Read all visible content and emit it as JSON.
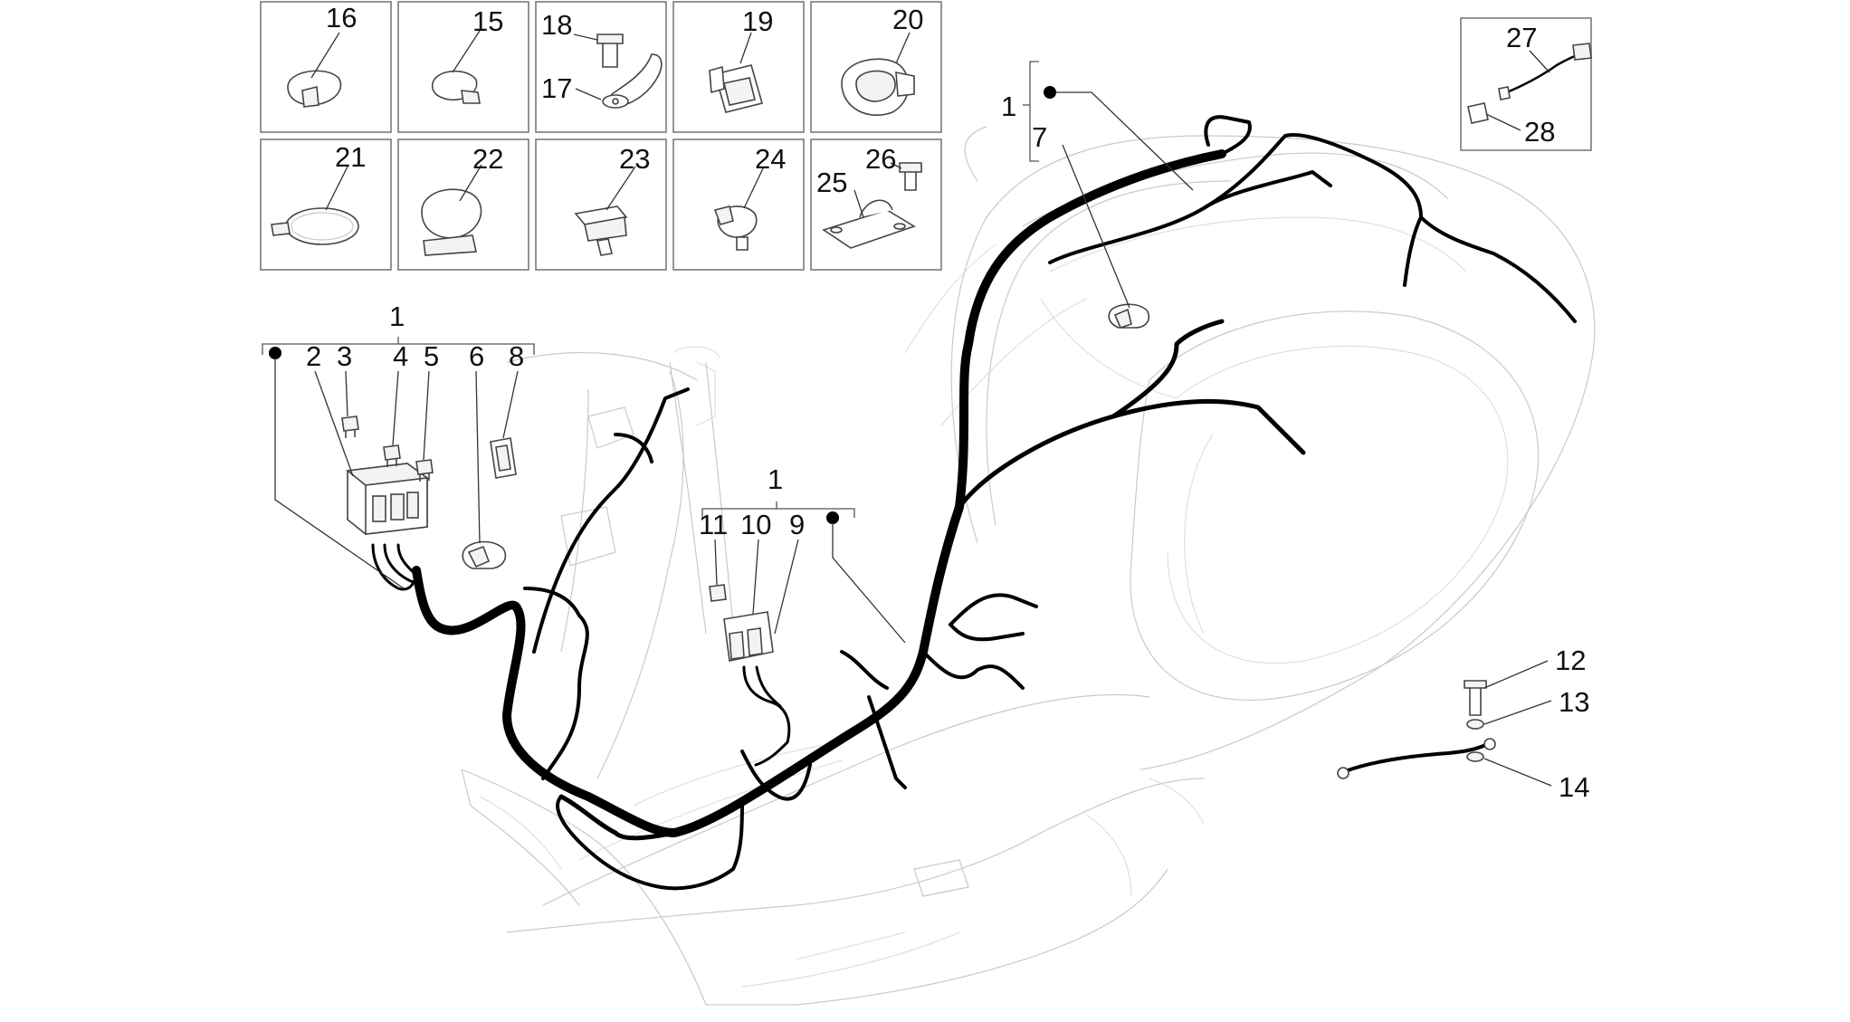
{
  "callouts": {
    "c16": "16",
    "c15": "15",
    "c18": "18",
    "c19": "19",
    "c20": "20",
    "c17": "17",
    "c21": "21",
    "c22": "22",
    "c23": "23",
    "c24": "24",
    "c26": "26",
    "c25": "25",
    "c27": "27",
    "c28": "28",
    "group_top_1": "1",
    "group_top_7": "7",
    "group_left_1": "1",
    "group_left_2": "2",
    "group_left_3": "3",
    "group_left_4": "4",
    "group_left_5": "5",
    "group_left_6": "6",
    "group_left_8": "8",
    "group_mid_1": "1",
    "group_mid_11": "11",
    "group_mid_10": "10",
    "group_mid_9": "9",
    "c12": "12",
    "c13": "13",
    "c14": "14"
  },
  "icons": {
    "scooter": "scooter-frame-outline",
    "harness": "wiring-harness",
    "fuse_box": "fuse-box-icon",
    "fuse": "fuse-icon",
    "clip": "cable-clip-icon",
    "ground_cable": "ground-cable-icon"
  },
  "colors": {
    "wire": "#000000",
    "outline": "#c9c9c9",
    "text": "#111111"
  }
}
